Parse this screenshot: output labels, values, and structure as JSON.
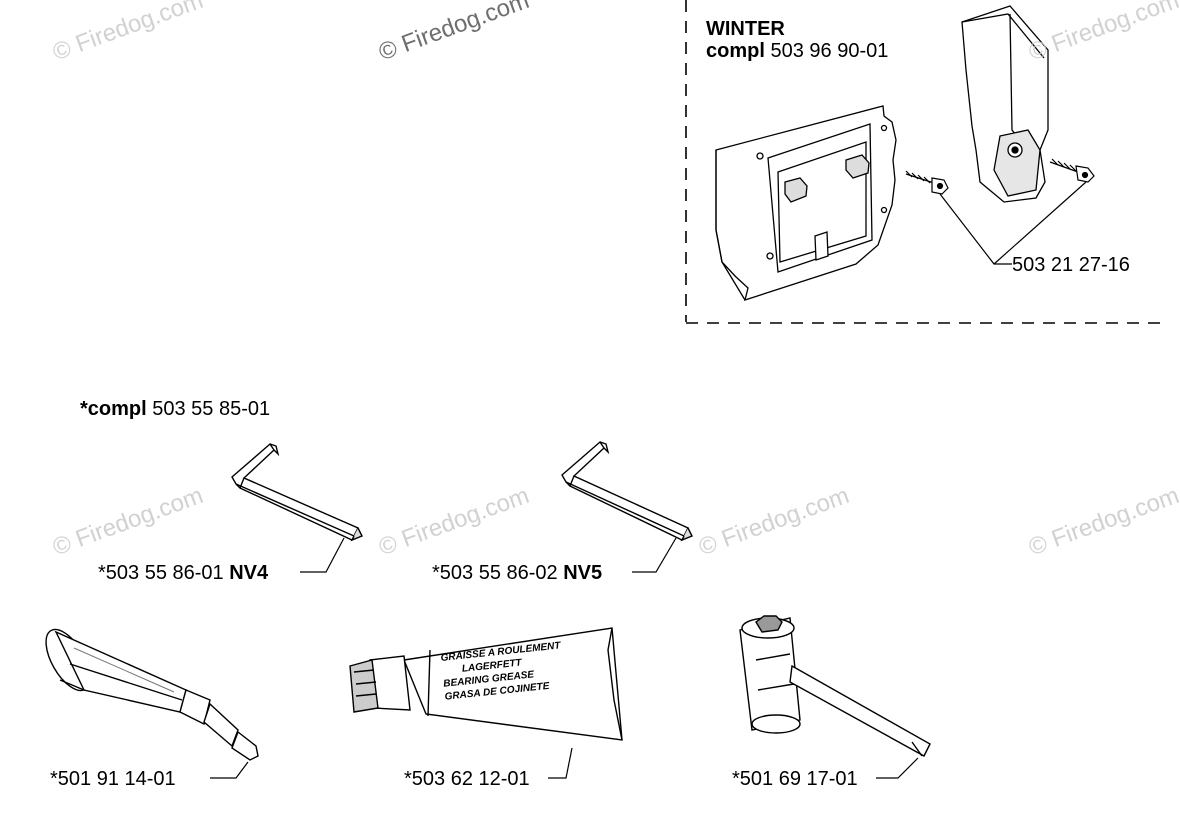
{
  "watermark": "© Firedog.com",
  "winter_kit": {
    "title": "WINTER",
    "compl_prefix": "compl",
    "compl_number": "503 96 90-01",
    "screw_part": "503 21 27-16"
  },
  "tool_kit": {
    "compl_prefix": "*compl",
    "compl_number": "503 55 85-01"
  },
  "parts": [
    {
      "number": "*503 55 86-01",
      "suffix": "NV4",
      "icon": "hex-key-icon"
    },
    {
      "number": "*503 55 86-02",
      "suffix": "NV5",
      "icon": "hex-key-icon"
    },
    {
      "number": "*501 91 14-01",
      "suffix": "",
      "icon": "grease-gun-icon"
    },
    {
      "number": "*503 62 12-01",
      "suffix": "",
      "icon": "grease-tube-icon"
    },
    {
      "number": "*501 69 17-01",
      "suffix": "",
      "icon": "combination-spanner-icon"
    }
  ],
  "tube_text": [
    "GRAISSE A ROULEMENT",
    "LAGERFETT",
    "BEARING GREASE",
    "GRASA DE COJINETE"
  ]
}
